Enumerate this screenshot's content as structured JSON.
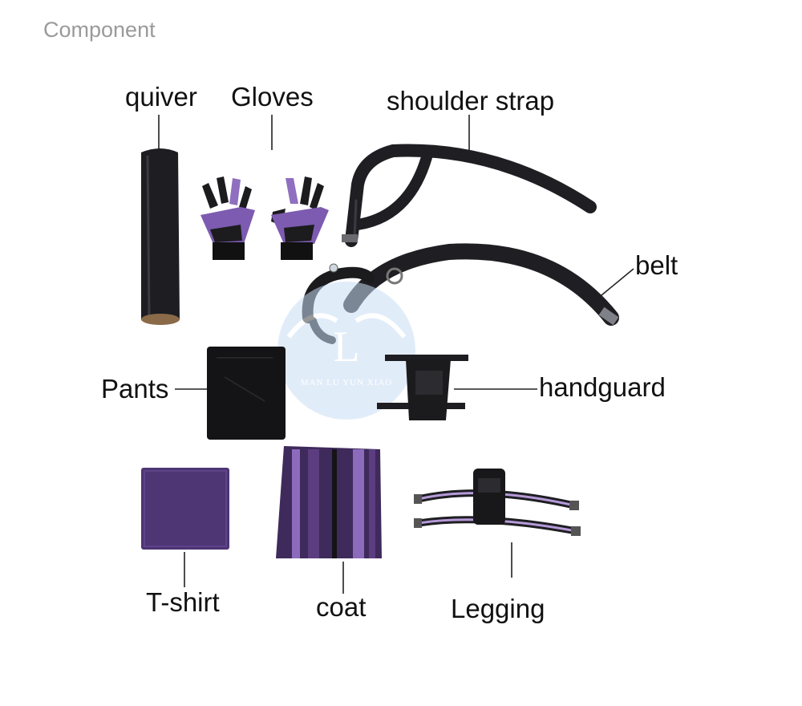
{
  "page": {
    "heading": "Component",
    "watermark": {
      "brand": "MAN LU YUN XIAO",
      "monogram": "L",
      "color": "#8fb8e8"
    }
  },
  "components": {
    "quiver": "quiver",
    "gloves": "Gloves",
    "shoulder_strap": "shoulder strap",
    "belt": "belt",
    "pants": "Pants",
    "handguard": "handguard",
    "tshirt": "T-shirt",
    "coat": "coat",
    "legging": "Legging"
  },
  "colors": {
    "black_item": "#1c1c1f",
    "purple_item": "#5b3d80",
    "light_purple": "#a98bcf"
  }
}
